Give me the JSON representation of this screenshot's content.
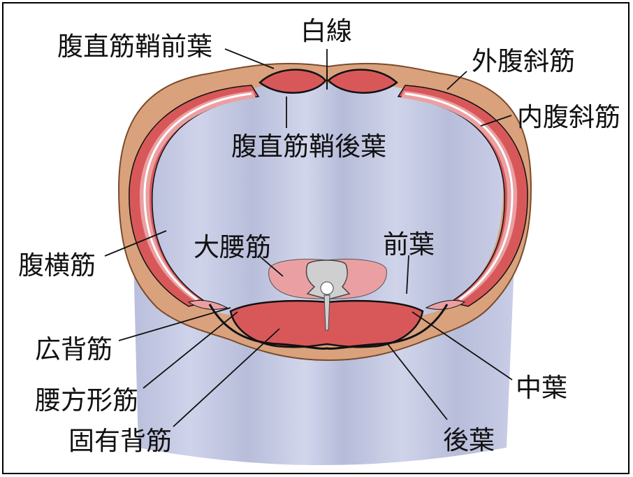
{
  "labels": {
    "rectus_sheath_anterior": "腹直筋鞘前葉",
    "linea_alba": "白線",
    "external_oblique": "外腹斜筋",
    "rectus_sheath_posterior": "腹直筋鞘後葉",
    "internal_oblique": "内腹斜筋",
    "transversus_abdominis": "腹横筋",
    "psoas_major": "大腰筋",
    "anterior_layer": "前葉",
    "latissimus_dorsi": "広背筋",
    "quadratus_lumborum": "腰方形筋",
    "middle_layer": "中葉",
    "erector_spinae": "固有背筋",
    "posterior_layer": "後葉"
  },
  "colors": {
    "body_fill": "#c8cde6",
    "body_shade": "#a9afd0",
    "skin_layer": "#d9a27c",
    "muscle": "#d8585a",
    "muscle_light": "#eaa0a2",
    "bone": "#cfcfcf",
    "outline": "#111111"
  }
}
